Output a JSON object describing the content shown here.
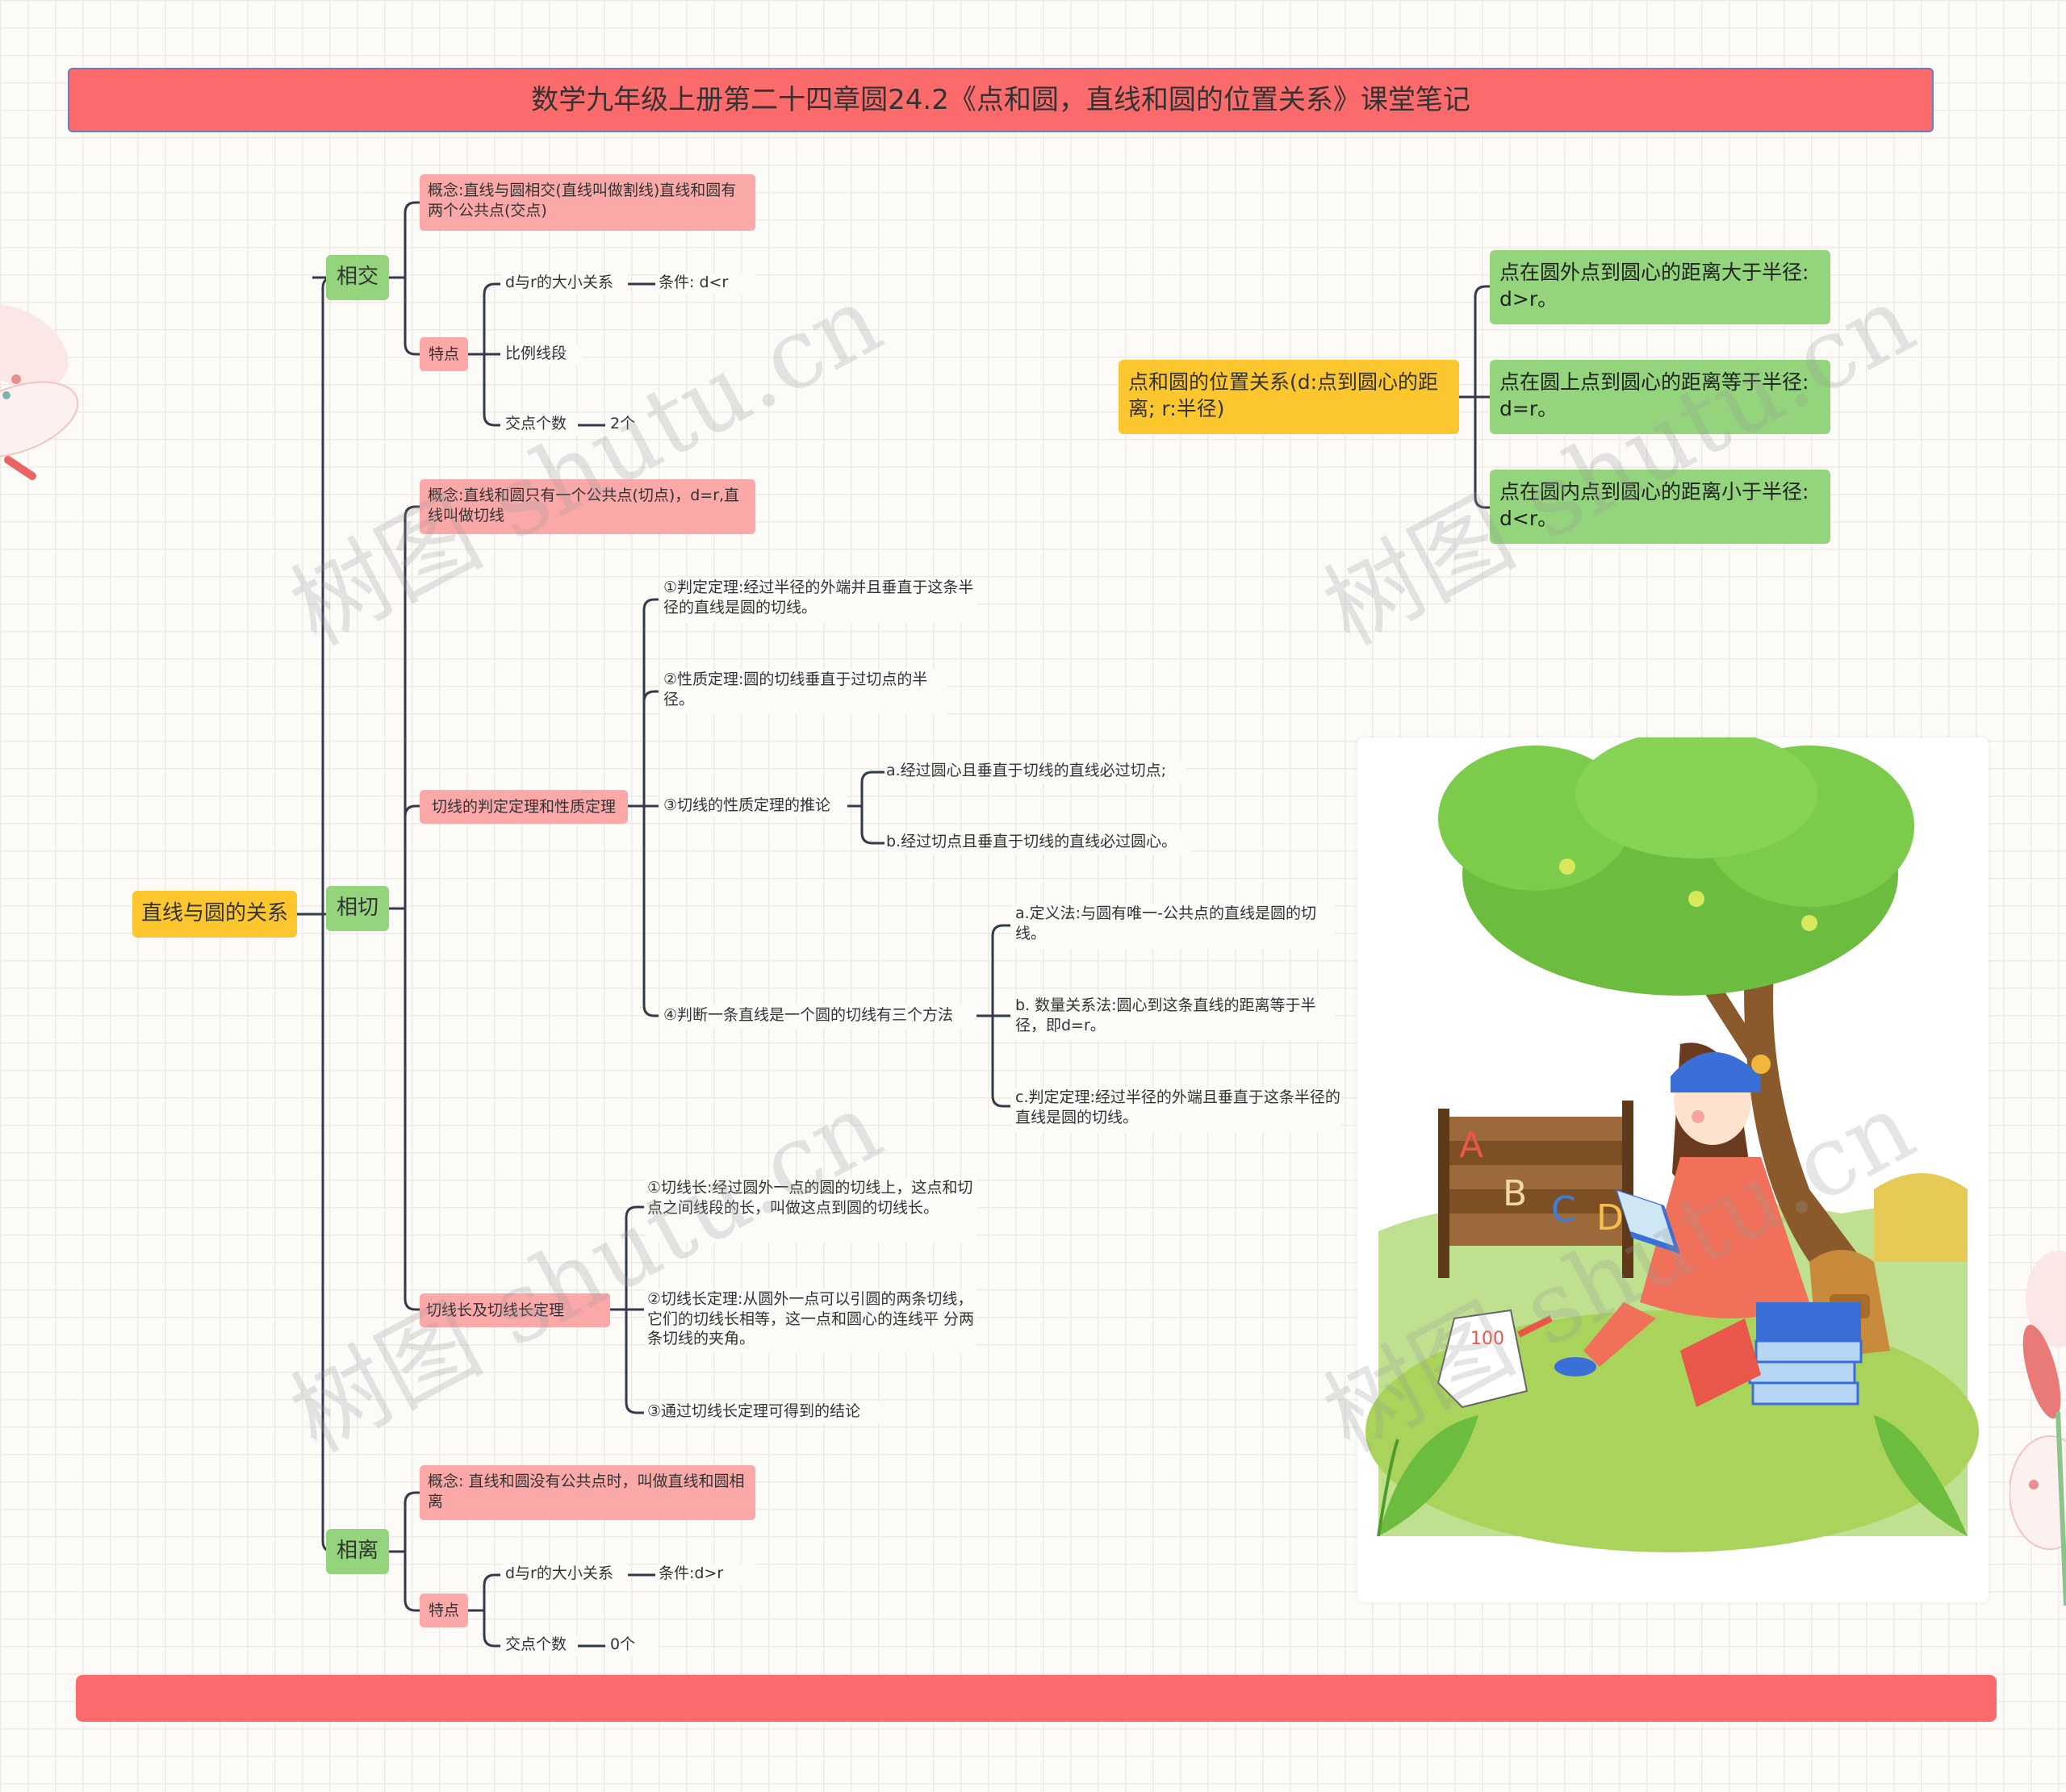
{
  "title": "数学九年级上册第二十四章圆24.2《点和圆，直线和圆的位置关系》课堂笔记",
  "root": "直线与圆的关系",
  "intersect": {
    "label": "相交",
    "concept": "概念:直线与圆相交(直线叫做割线)直线和圆有两个公共点(交点)",
    "feature": "特点",
    "dr": "d与r的大小关系",
    "cond": "条件: d<r",
    "ratio": "比例线段",
    "count": "交点个数",
    "count_val": "2个"
  },
  "tangent": {
    "label": "相切",
    "concept": "概念:直线和圆只有一个公共点(切点)，d=r,直线叫做切线",
    "theorems": "切线的判定定理和性质定理",
    "t1": "①判定定理:经过半径的外端并且垂直于这条半径的直线是圆的切线。",
    "t2": "②性质定理:圆的切线垂直于过切点的半径。",
    "t3": "③切线的性质定理的推论",
    "t3a": "a.经过圆心且垂直于切线的直线必过切点;",
    "t3b": "b.经过切点且垂直于切线的直线必过圆心。",
    "t4": "④判断一条直线是一个圆的切线有三个方法",
    "t4a": "a.定义法:与圆有唯一-公共点的直线是圆的切线。",
    "t4b": "b. 数量关系法:圆心到这条直线的距离等于半径，即d=r。",
    "t4c": "c.判定定理:经过半径的外端且垂直于这条半径的直线是圆的切线。",
    "length": "切线长及切线长定理",
    "l1": "①切线长:经过圆外一点的圆的切线上，这点和切点之间线段的长，叫做这点到圆的切线长。",
    "l2": "②切线长定理:从圆外一点可以引圆的两条切线，它们的切线长相等，这一点和圆心的连线平 分两条切线的夹角。",
    "l3": "③通过切线长定理可得到的结论"
  },
  "separate": {
    "label": "相离",
    "concept": "概念: 直线和圆没有公共点时，叫做直线和圆相离",
    "feature": "特点",
    "dr": "d与r的大小关系",
    "cond": "条件:d>r",
    "count": "交点个数",
    "count_val": "0个"
  },
  "point_circle": {
    "label": "点和圆的位置关系(d:点到圆心的距离; r:半径)",
    "outside": "点在圆外点到圆心的距离大于半径: d>r。",
    "on": "点在圆上点到圆心的距离等于半径: d=r。",
    "inside": "点在圆内点到圆心的距离小于半径: d<r。"
  },
  "illustration": {
    "grade": "100",
    "letters": [
      "A",
      "B",
      "C",
      "D"
    ]
  },
  "watermark": "树图 shutu.cn",
  "colors": {
    "banner": "#fb6b6b",
    "yellow": "#fcc62e",
    "green": "#94d47d",
    "pink": "#fba9a8",
    "line": "#333a4d"
  }
}
